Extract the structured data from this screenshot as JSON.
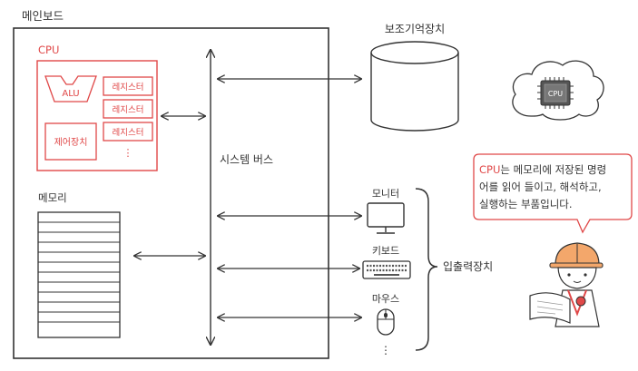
{
  "mainboard": {
    "label": "메인보드"
  },
  "cpu": {
    "label": "CPU",
    "alu_label": "ALU",
    "control_unit_label": "제어장치",
    "register_label": "레지스터",
    "ellipsis": "⋮"
  },
  "memory": {
    "label": "메모리"
  },
  "system_bus": {
    "label": "시스템 버스"
  },
  "secondary_storage": {
    "label": "보조기억장치"
  },
  "cpu_chip": {
    "label": "CPU"
  },
  "io": {
    "group_label": "입출력장치",
    "monitor_label": "모니터",
    "keyboard_label": "키보드",
    "mouse_label": "마우스",
    "ellipsis": "⋮"
  },
  "speech_bubble": {
    "highlight": "CPU",
    "line1": "는 메모리에 저장된 명령",
    "line2": "어를 읽어 들이고, 해석하고,",
    "line3": "실행하는 부품입니다."
  },
  "colors": {
    "accent": "#e04848",
    "line": "#333333"
  },
  "icons": [
    "cloud-icon",
    "cpu-chip-icon",
    "monitor-icon",
    "keyboard-icon",
    "mouse-icon",
    "worker-character-icon"
  ]
}
